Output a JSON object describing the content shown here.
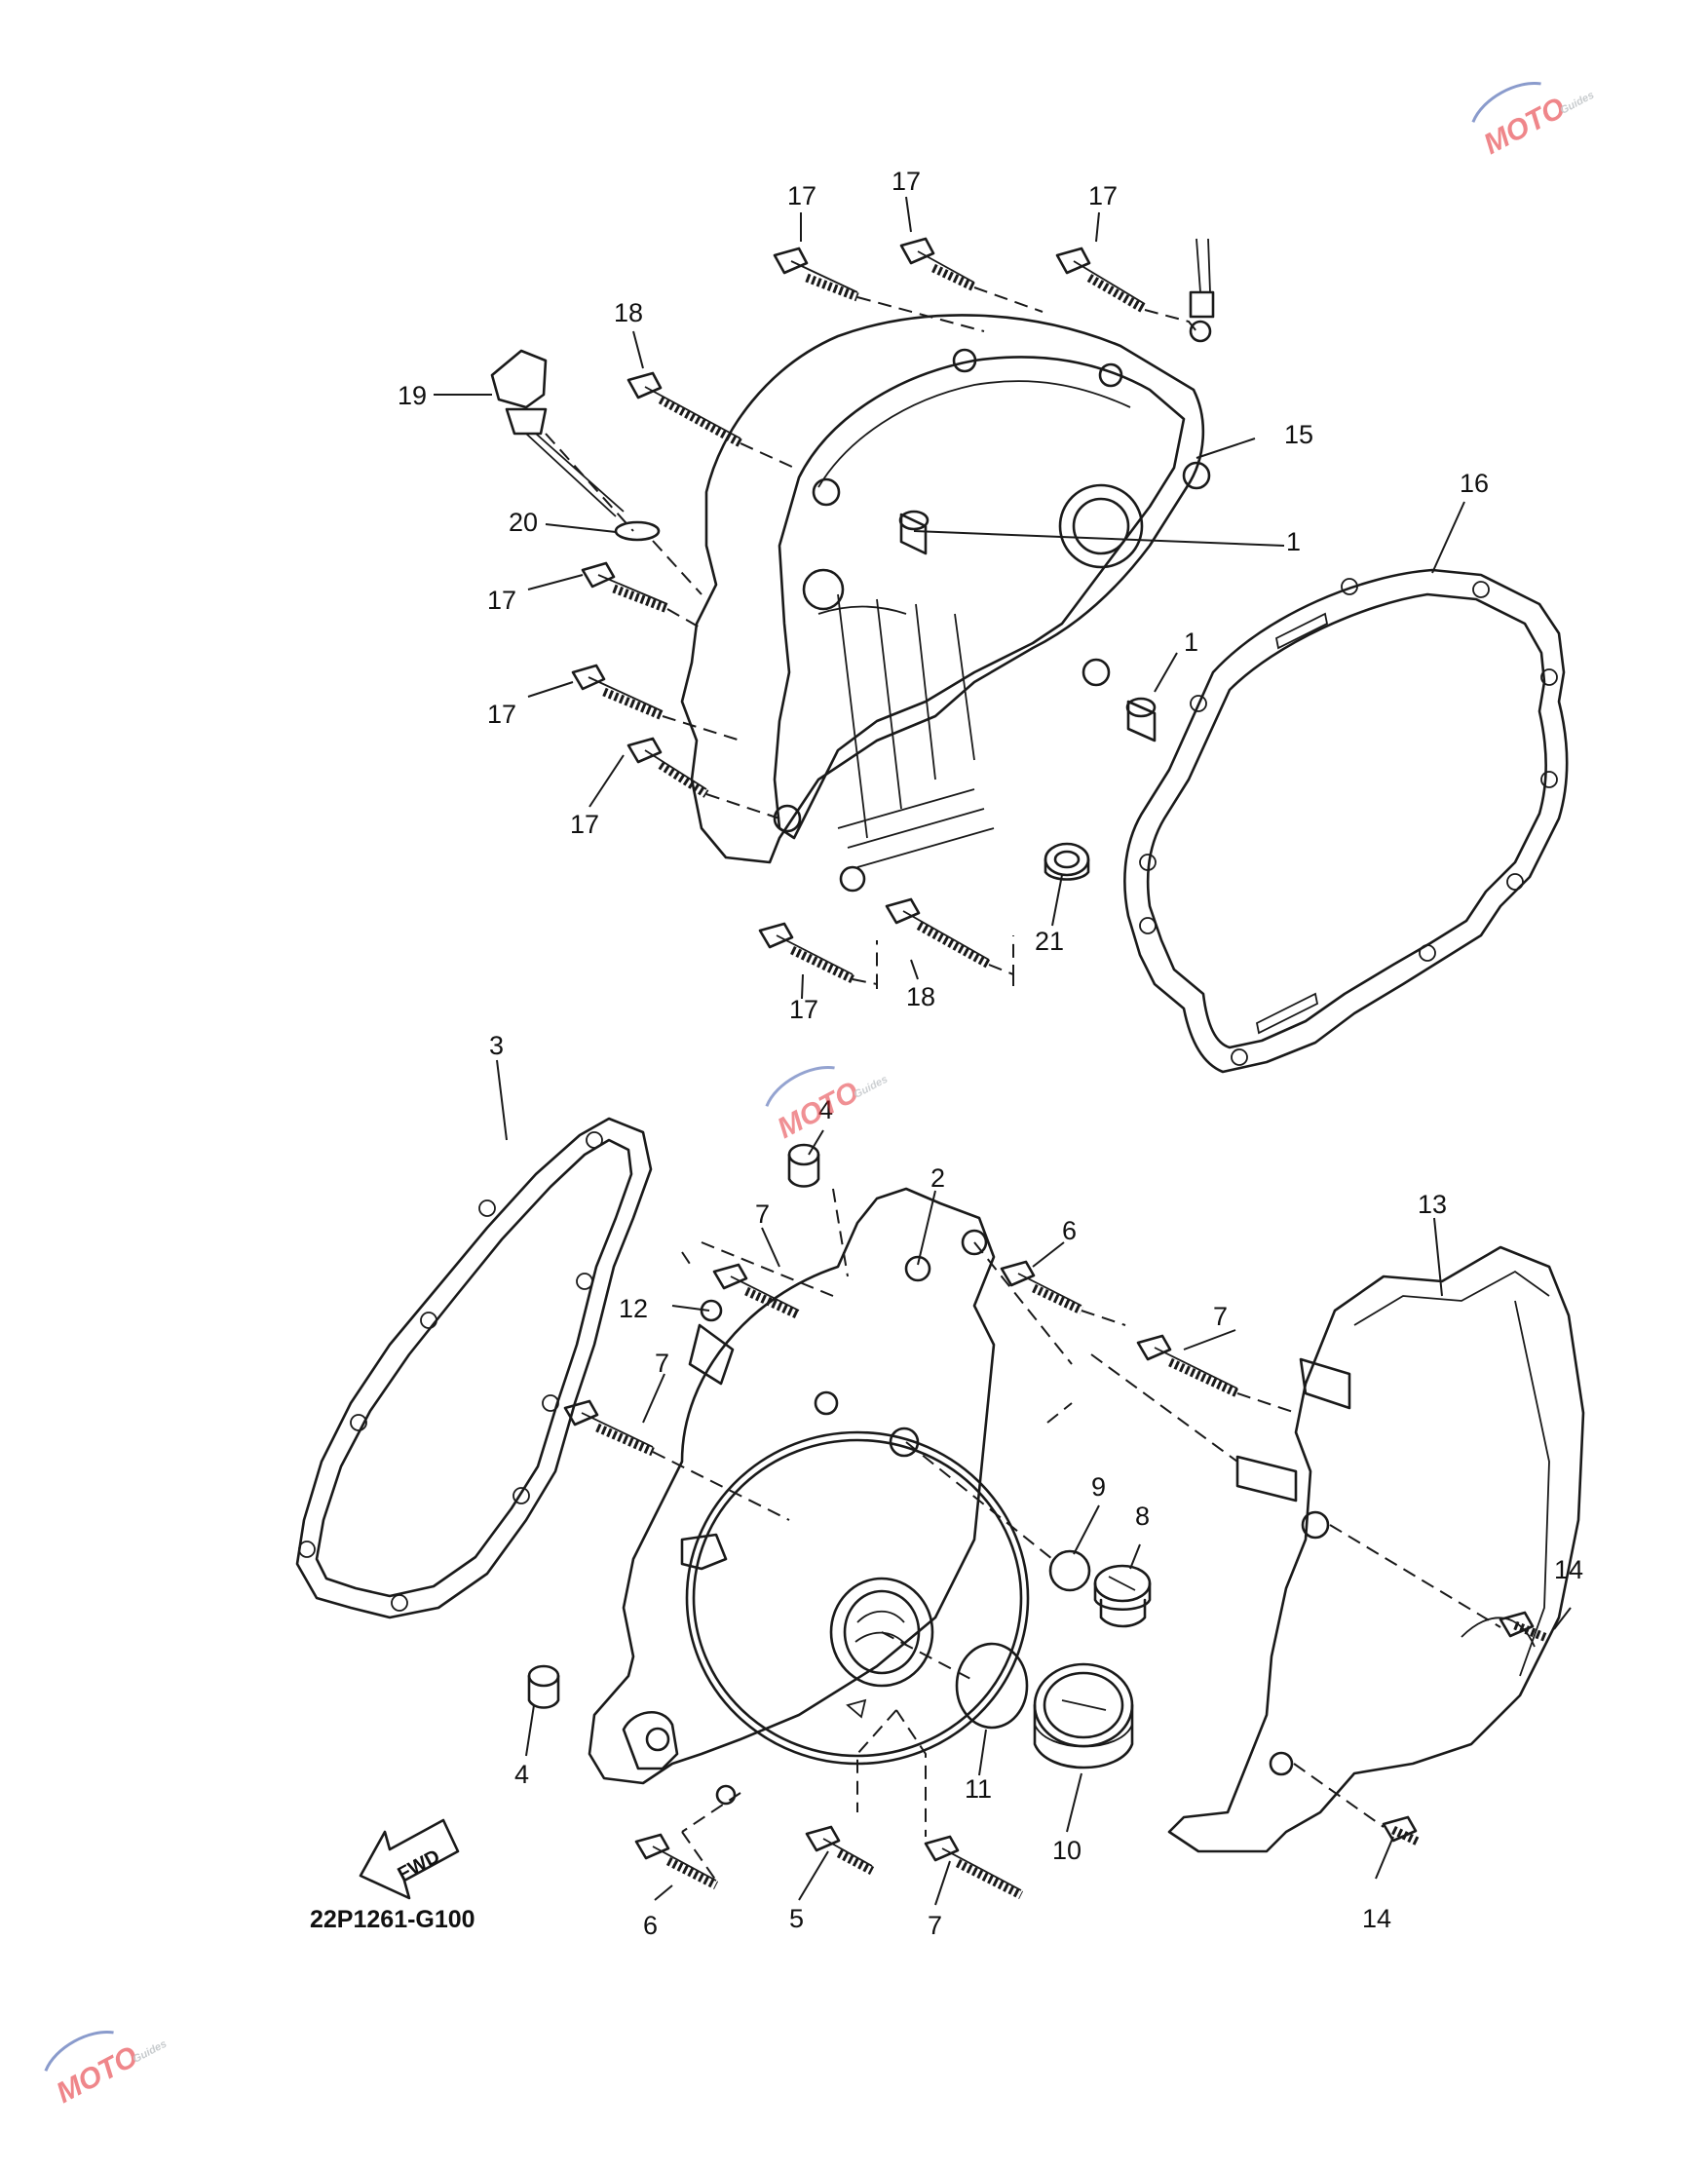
{
  "diagram": {
    "drawing_code": "22P1261-G100",
    "fwd_label": "FWD",
    "callouts_upper": [
      "17",
      "17",
      "17",
      "18",
      "19",
      "20",
      "17",
      "17",
      "17",
      "17",
      "18",
      "21",
      "15",
      "1",
      "1",
      "16"
    ],
    "callouts_lower": [
      "3",
      "4",
      "2",
      "7",
      "6",
      "12",
      "7",
      "7",
      "13",
      "9",
      "8",
      "14",
      "4",
      "11",
      "10",
      "6",
      "5",
      "7",
      "14"
    ]
  },
  "watermark": {
    "brand": "MOTO",
    "tagline": "Guides",
    "colors": {
      "red": "#e2242b",
      "blue": "#2c4aa3",
      "grey": "#9aa1a6"
    }
  }
}
